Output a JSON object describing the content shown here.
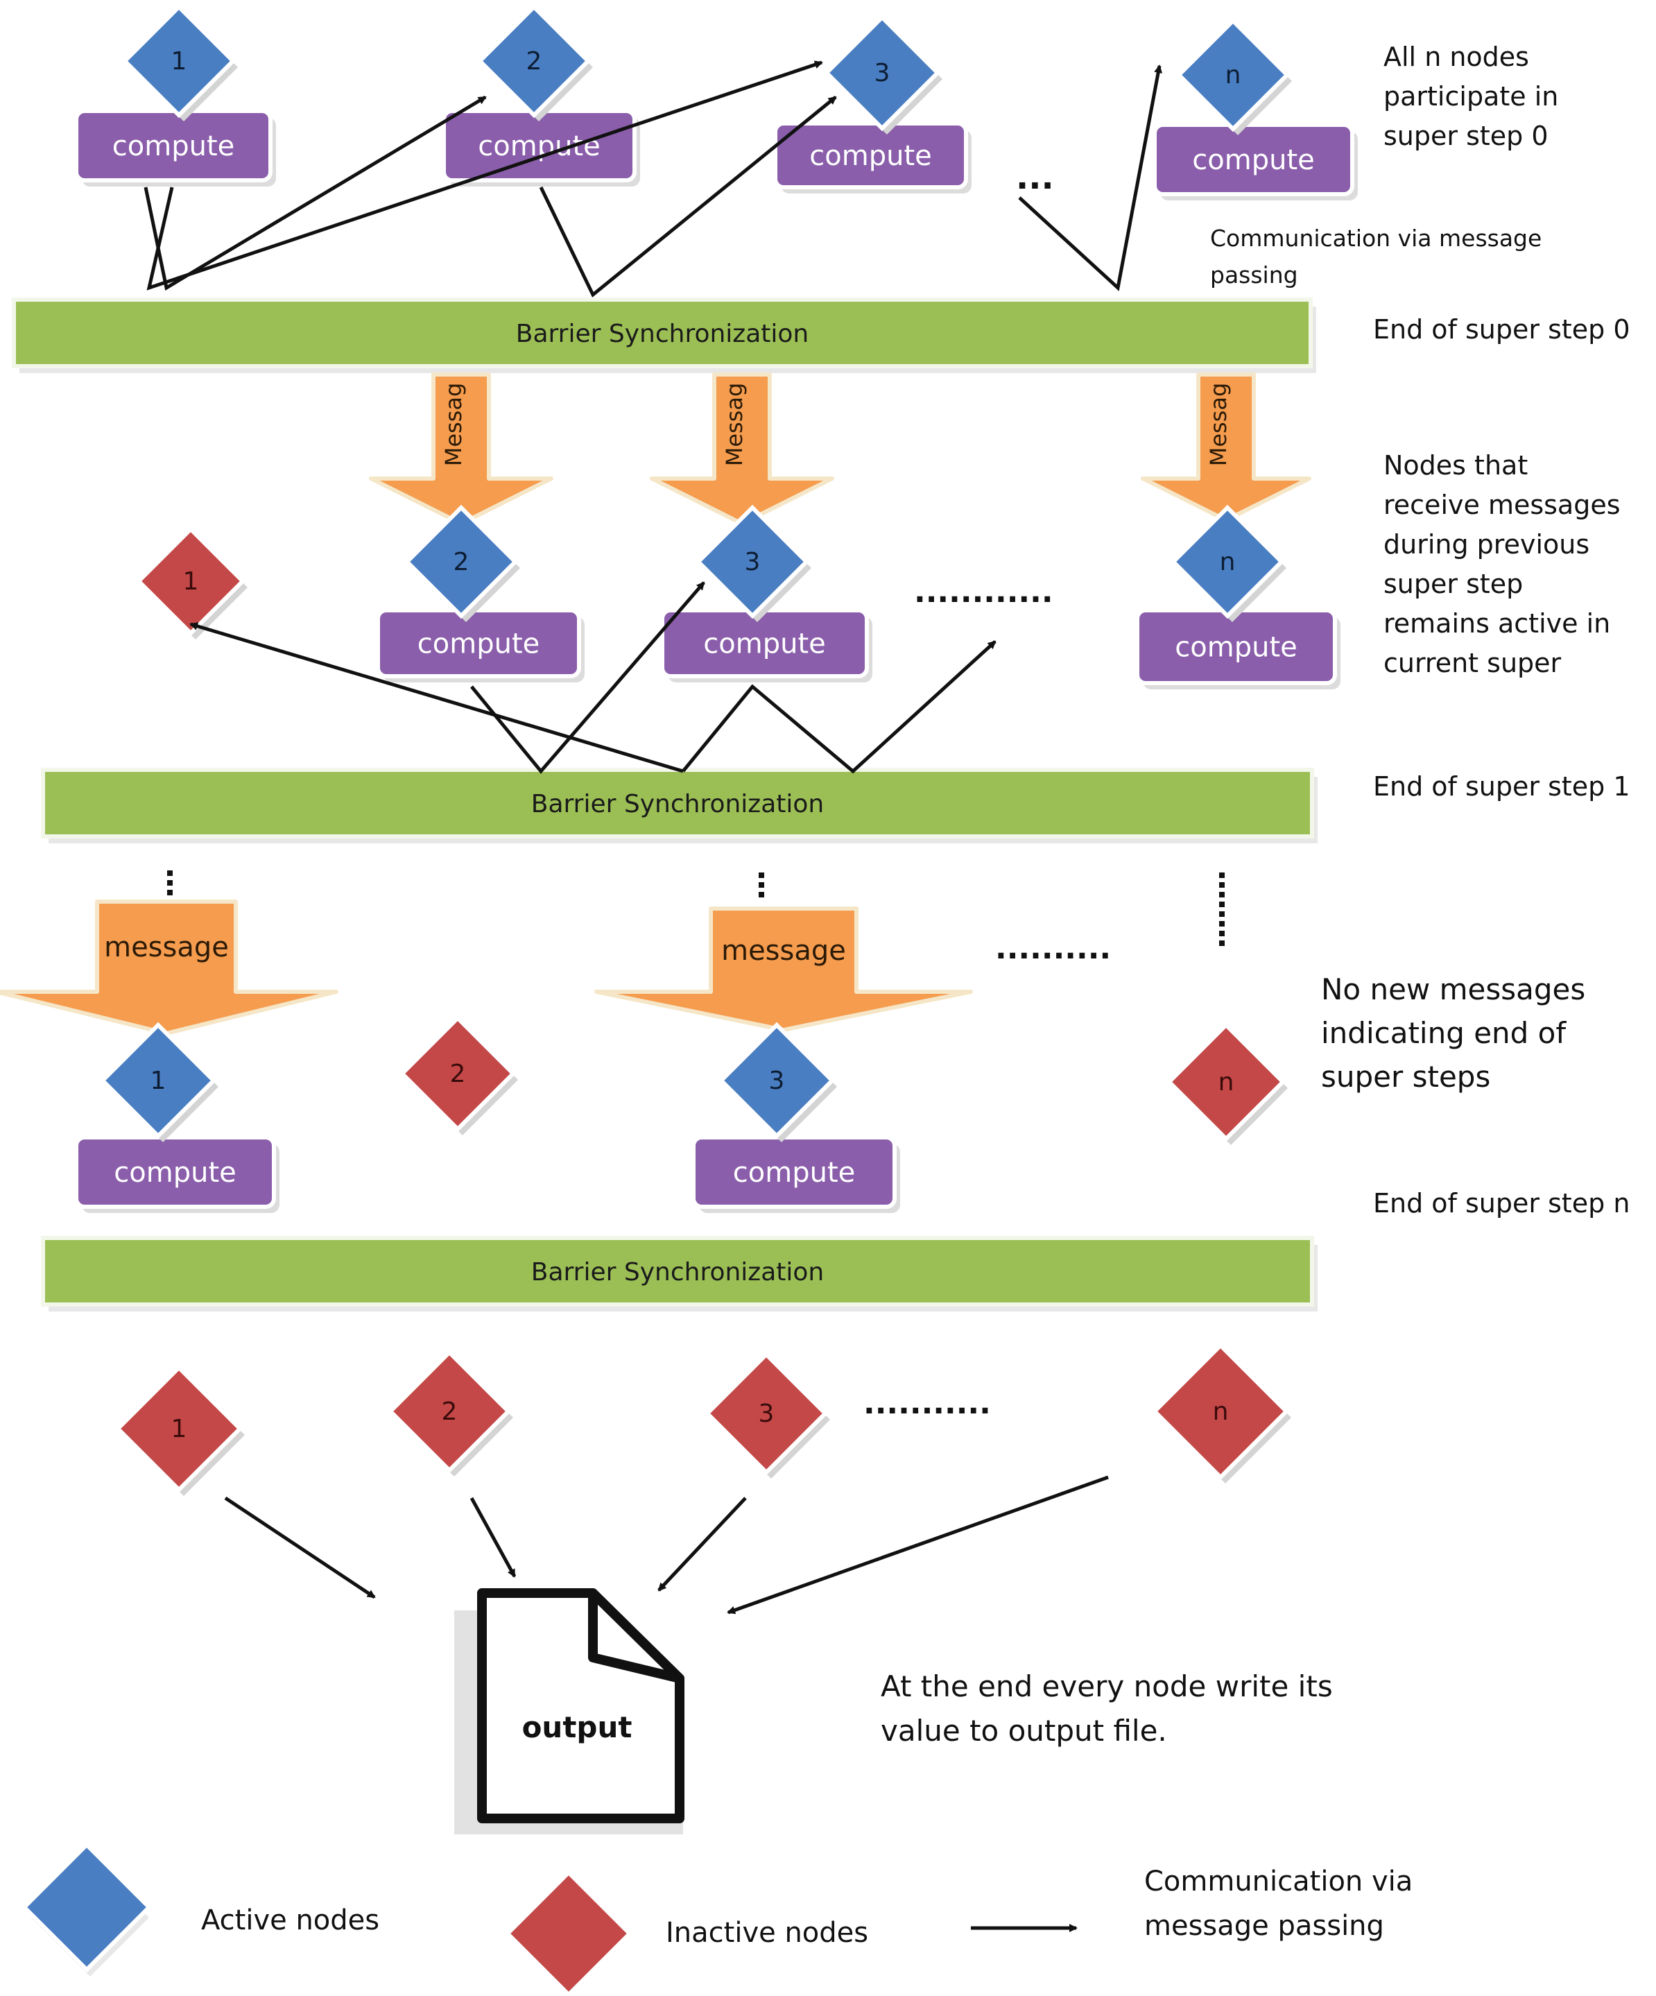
{
  "colors": {
    "active": "#4a7ec2",
    "inactive": "#c44848",
    "compute": "#8a5eab",
    "barrier": "#9bbf55",
    "message": "#f59c4e",
    "arrow": "#111111"
  },
  "nodes": {
    "s0": [
      "1",
      "2",
      "3",
      "n"
    ],
    "s1": [
      "1",
      "2",
      "3",
      "n"
    ],
    "s2": [
      "1",
      "2",
      "3",
      "n"
    ],
    "final": [
      "1",
      "2",
      "3",
      "n"
    ]
  },
  "compute_label": "compute",
  "barrier_label": "Barrier Synchronization",
  "message_short": "Messag",
  "message_full": "message",
  "ellipsis": {
    "s0": "...",
    "s1": "............",
    "s2": "..........",
    "final": "..........."
  },
  "side_notes": {
    "all_nodes": [
      "All n nodes",
      "participate in",
      "super step 0"
    ],
    "communication": [
      "Communication via message",
      "passing"
    ],
    "end_step_0": "End of super step 0",
    "receive_nodes": [
      "Nodes that",
      "receive messages",
      "during previous",
      "super step",
      "remains active in",
      "current super"
    ],
    "end_step_1": "End of super step 1",
    "no_new": [
      "No new messages",
      "indicating end of",
      "super steps"
    ],
    "end_step_n": "End of super step n",
    "at_end": [
      "At the end every node write its",
      "value to output file."
    ]
  },
  "output_label": "output",
  "legend": {
    "active": "Active nodes",
    "inactive": "Inactive nodes",
    "communication": [
      "Communication via",
      "message passing"
    ]
  }
}
